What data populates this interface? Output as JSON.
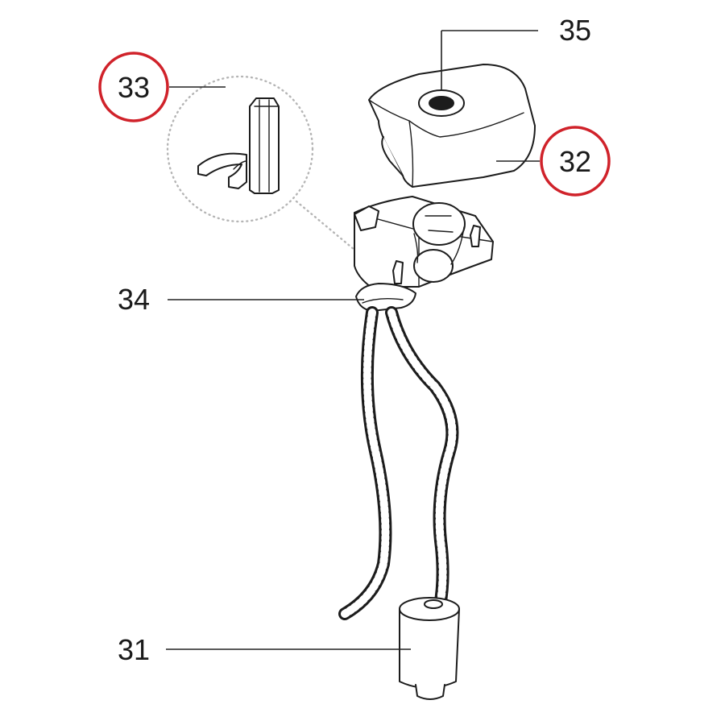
{
  "colors": {
    "highlight_ring": "#d0222a",
    "line": "#1c1c1c",
    "detail_dots": "#b5b5b5"
  },
  "callouts": {
    "c31": "31",
    "c32": "32",
    "c33": "33",
    "c34": "34",
    "c35": "35"
  },
  "highlighted": [
    "32",
    "33"
  ]
}
